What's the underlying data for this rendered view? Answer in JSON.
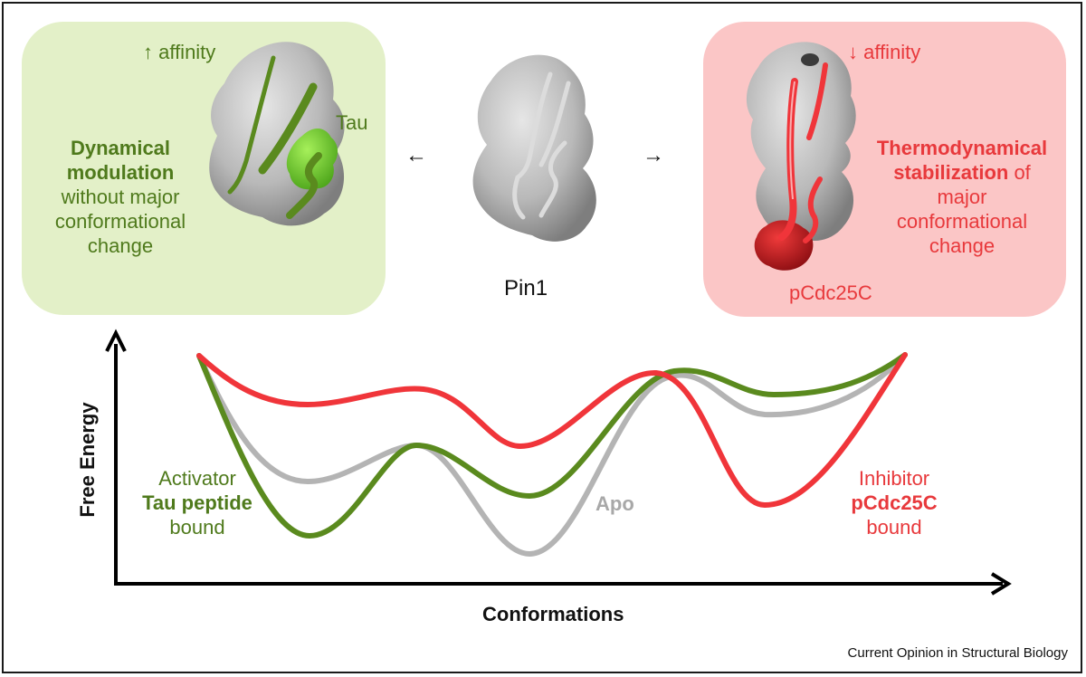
{
  "left_panel": {
    "affinity": "↑ affinity",
    "ligand": "Tau",
    "heading_line1": "Dynamical",
    "heading_line2": "modulation",
    "body_line1": "without major",
    "body_line2": "conformational",
    "body_line3": "change"
  },
  "center": {
    "protein_label": "Pin1",
    "arrow_left": "←",
    "arrow_right": "→"
  },
  "right_panel": {
    "affinity": "↓ affinity",
    "ligand": "pCdc25C",
    "heading_line1": "Thermodynamical",
    "heading_line2_bold": "stabilization",
    "heading_line2_rest": " of",
    "body_line1": "major",
    "body_line2": "conformational",
    "body_line3": "change"
  },
  "plot": {
    "y_axis_label": "Free Energy",
    "x_axis_label": "Conformations",
    "activator_line1": "Activator",
    "activator_line2": "Tau peptide",
    "activator_line3": "bound",
    "apo_label": "Apo",
    "inhibitor_line1": "Inhibitor",
    "inhibitor_line2": "pCdc25C",
    "inhibitor_line3": "bound"
  },
  "colors": {
    "green": "#5a8a1e",
    "red": "#f0353a",
    "gray": "#b4b4b4",
    "panel_green": "#e3f0c8",
    "panel_red": "#fbc6c6"
  },
  "credit": "Current Opinion in Structural Biology"
}
